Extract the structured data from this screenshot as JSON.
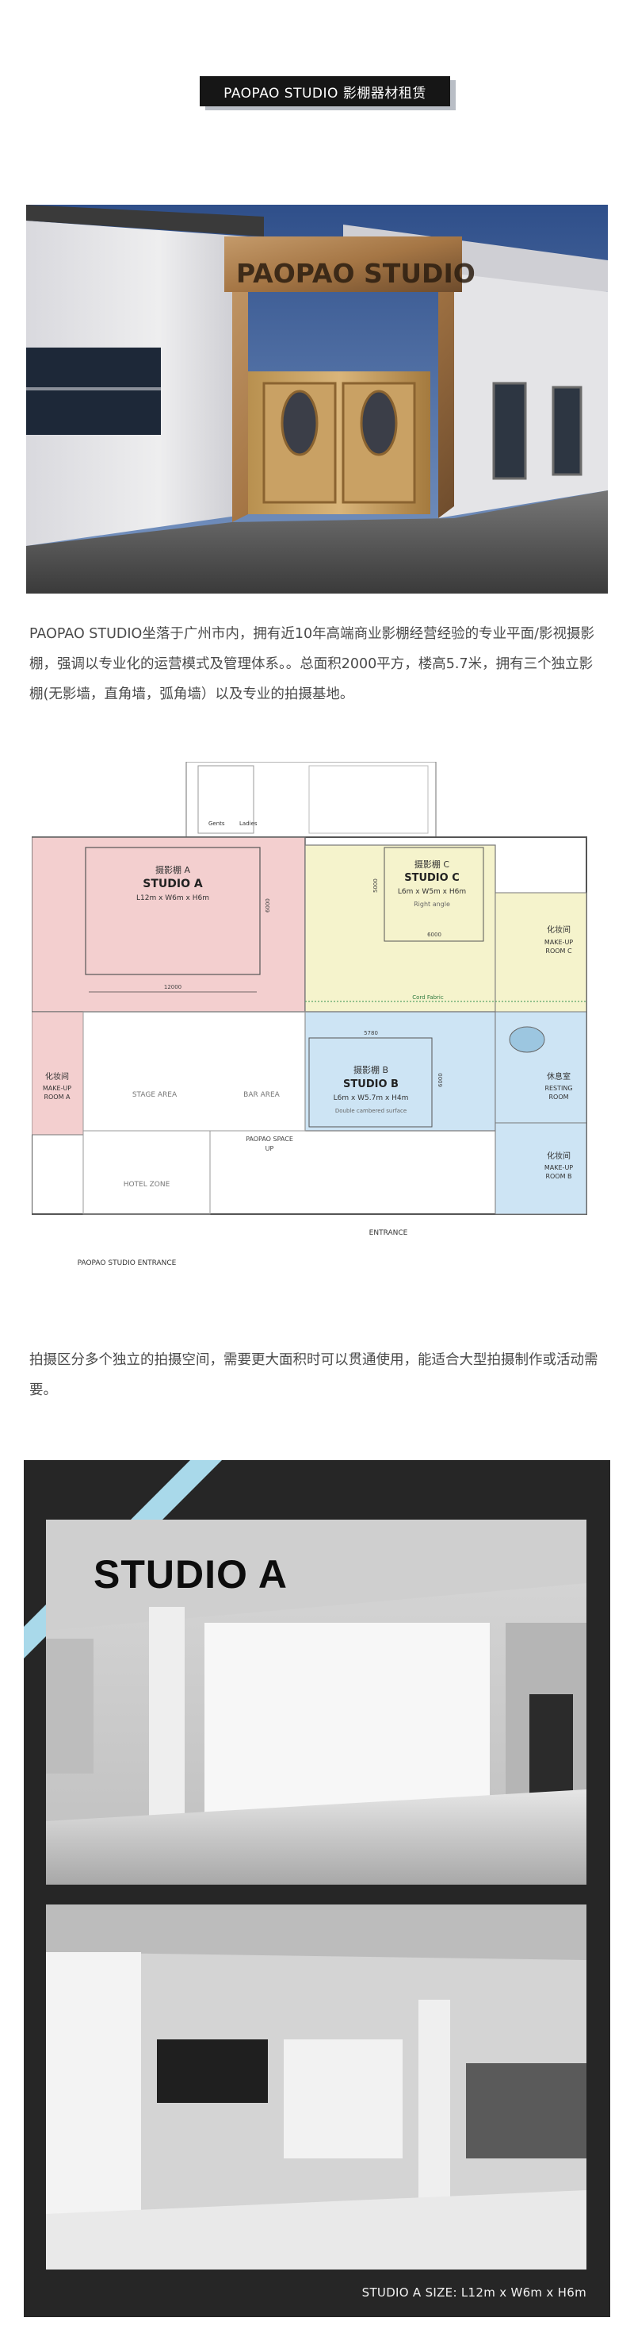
{
  "header": {
    "title": "PAOPAO STUDIO 影棚器材租赁"
  },
  "hero": {
    "sign": "PAOPAO STUDIO"
  },
  "intro": {
    "text": "PAOPAO STUDIO坐落于广州市内，拥有近10年高端商业影棚经营经验的专业平面/影视摄影棚，强调以专业化的运营模式及管理体系。。总面积2000平方，楼高5.7米，拥有三个独立影棚(无影墙，直角墙，弧角墙）以及专业的拍摄基地。"
  },
  "floorplan": {
    "studio_a": {
      "cn": "摄影棚 A",
      "name": "STUDIO A",
      "size": "L12m x W6m x H6m",
      "dim_w": "12000",
      "dim_h": "6000",
      "color": "#f3cfcf"
    },
    "studio_b": {
      "cn": "摄影棚 B",
      "name": "STUDIO B",
      "size": "L6m x W5.7m x H4m",
      "note": "Double cambered surface",
      "dim_w": "5780",
      "dim_h": "6000",
      "color": "#cde4f4"
    },
    "studio_c": {
      "cn": "摄影棚 C",
      "name": "STUDIO C",
      "size": "L6m x W5m x H6m",
      "note": "Right angle",
      "dim_w": "6000",
      "dim_h": "5000",
      "color": "#f5f3cc"
    },
    "makeup_a": {
      "cn": "化妆间",
      "line1": "MAKE-UP",
      "line2": "ROOM A"
    },
    "makeup_b": {
      "cn": "化妆间",
      "line1": "MAKE-UP",
      "line2": "ROOM B"
    },
    "makeup_c": {
      "cn": "化妆间",
      "line1": "MAKE-UP",
      "line2": "ROOM C"
    },
    "resting": {
      "cn": "休息室",
      "line1": "RESTING",
      "line2": "ROOM"
    },
    "stage_area": "STAGE AREA",
    "bar_area": "BAR AREA",
    "hotel_zone": "HOTEL ZONE",
    "space": "PAOPAO SPACE",
    "up": "UP",
    "cord_fabric": "Cord Fabric",
    "entrance": "ENTRANCE",
    "studio_entrance": "PAOPAO STUDIO ENTRANCE",
    "gents": "Gents",
    "ladies": "Ladies"
  },
  "description": {
    "text": "拍摄区分多个独立的拍摄空间，需要更大面积时可以贯通使用，能适合大型拍摄制作或活动需要。"
  },
  "studio_a_section": {
    "title": "STUDIO A",
    "size_caption": "STUDIO A SIZE: L12m x W6m x H6m",
    "accent": "#a9d9ea"
  }
}
